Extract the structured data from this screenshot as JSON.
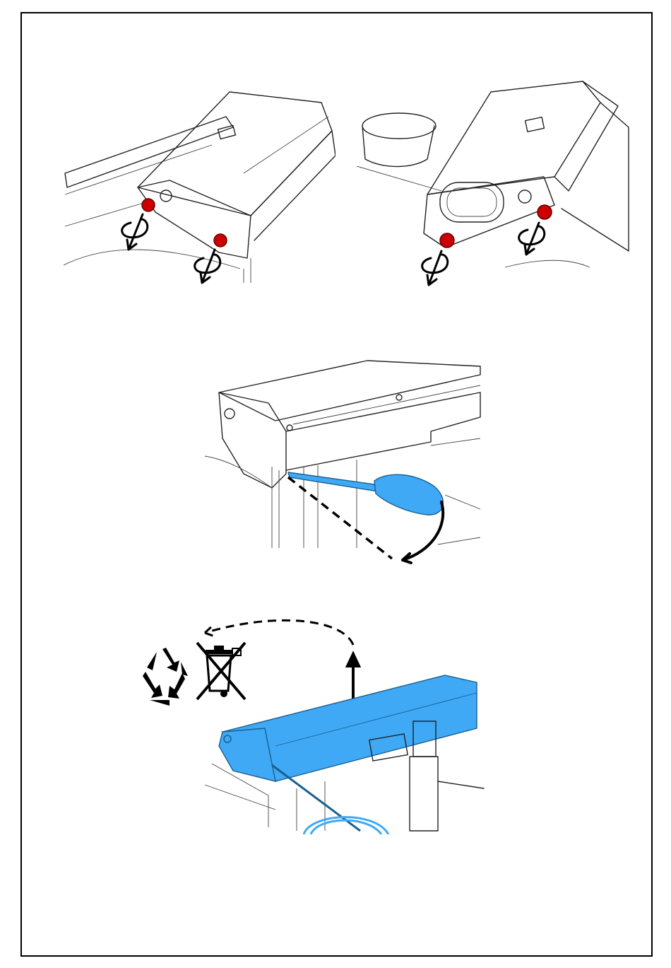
{
  "page": {
    "figures": [
      {
        "id": "fig-1-left",
        "icons": [
          "screw-icon",
          "rotate-ccw-arrow-icon",
          "pull-out-arrow-icon"
        ]
      },
      {
        "id": "fig-1-right",
        "icons": [
          "screw-icon",
          "rotate-ccw-arrow-icon",
          "pull-out-arrow-icon"
        ]
      },
      {
        "id": "fig-2",
        "icons": [
          "screwdriver-icon",
          "pry-arrow-icon"
        ]
      },
      {
        "id": "fig-3",
        "icons": [
          "recycle-icon",
          "weee-crossed-bin-icon",
          "lift-arrow-icon"
        ]
      }
    ],
    "highlight_colors": {
      "screw": "#cc0000",
      "part": "#3fa9f5"
    }
  }
}
